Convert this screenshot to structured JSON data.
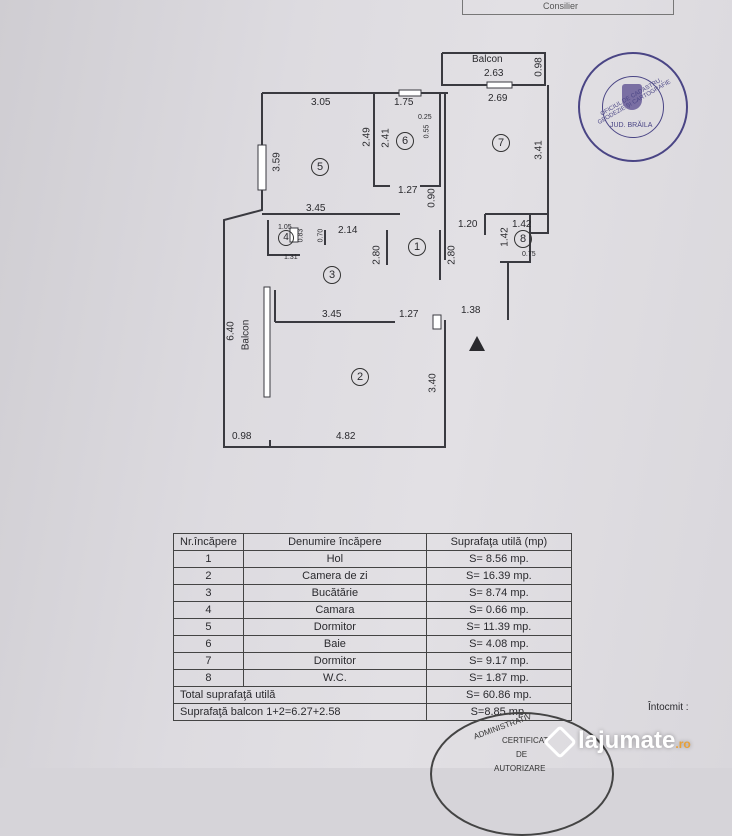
{
  "header": {
    "signature_box": "Consilier"
  },
  "plan": {
    "balcony_top": "Balcon",
    "balcony_left": "Balcon",
    "dims": {
      "d263": "2.63",
      "d098t": "0.98",
      "d269": "2.69",
      "d305": "3.05",
      "d175": "1.75",
      "d025": "0.25",
      "d055": "0.55",
      "d249": "2.49",
      "d241": "2.41",
      "d359": "3.59",
      "d341": "3.41",
      "d127a": "1.27",
      "d090": "0.90",
      "d345a": "3.45",
      "d120": "1.20",
      "d142a": "1.42",
      "d142b": "1.42",
      "d105": "1.05",
      "d083": "0.83",
      "d070": "0.70",
      "d214": "2.14",
      "d131": "1.31",
      "d280a": "2.80",
      "d280b": "2.80",
      "d075": "0.75",
      "d640": "6.40",
      "d345b": "3.45",
      "d127b": "1.27",
      "d138": "1.38",
      "d340": "3.40",
      "d098b": "0.98",
      "d482": "4.82"
    },
    "rooms": [
      "1",
      "2",
      "3",
      "4",
      "5",
      "6",
      "7",
      "8"
    ]
  },
  "stamp": {
    "text": "OFICIUL DE CADASTRU, GEODEZIE ȘI CARTOGRAFIE",
    "jud": "JUD. BRĂILA"
  },
  "table": {
    "headers": [
      "Nr.încăpere",
      "Denumire încăpere",
      "Suprafaţa utilă (mp)"
    ],
    "rows": [
      {
        "nr": "1",
        "name": "Hol",
        "area": "S= 8.56 mp."
      },
      {
        "nr": "2",
        "name": "Camera de zi",
        "area": "S= 16.39 mp."
      },
      {
        "nr": "3",
        "name": "Bucătărie",
        "area": "S= 8.74 mp."
      },
      {
        "nr": "4",
        "name": "Camara",
        "area": "S= 0.66 mp."
      },
      {
        "nr": "5",
        "name": "Dormitor",
        "area": "S= 11.39 mp."
      },
      {
        "nr": "6",
        "name": "Baie",
        "area": "S= 4.08 mp."
      },
      {
        "nr": "7",
        "name": "Dormitor",
        "area": "S= 9.17 mp."
      },
      {
        "nr": "8",
        "name": "W.C.",
        "area": "S= 1.87 mp."
      }
    ],
    "total_label": "Total suprafaţă utilă",
    "total_value": "S= 60.86 mp.",
    "balcony_label": "Suprafaţă balcon 1+2=6.27+2.58",
    "balcony_value": "S=8.85 mp."
  },
  "footer": {
    "intocmit": "Întocmit :",
    "seal_a": "CERTIFICAT",
    "seal_b": "DE",
    "seal_c": "AUTORIZARE",
    "seal_ring": "ADMINISTRATIV"
  },
  "watermark": {
    "brand": "lajumate",
    "tld": ".ro"
  }
}
